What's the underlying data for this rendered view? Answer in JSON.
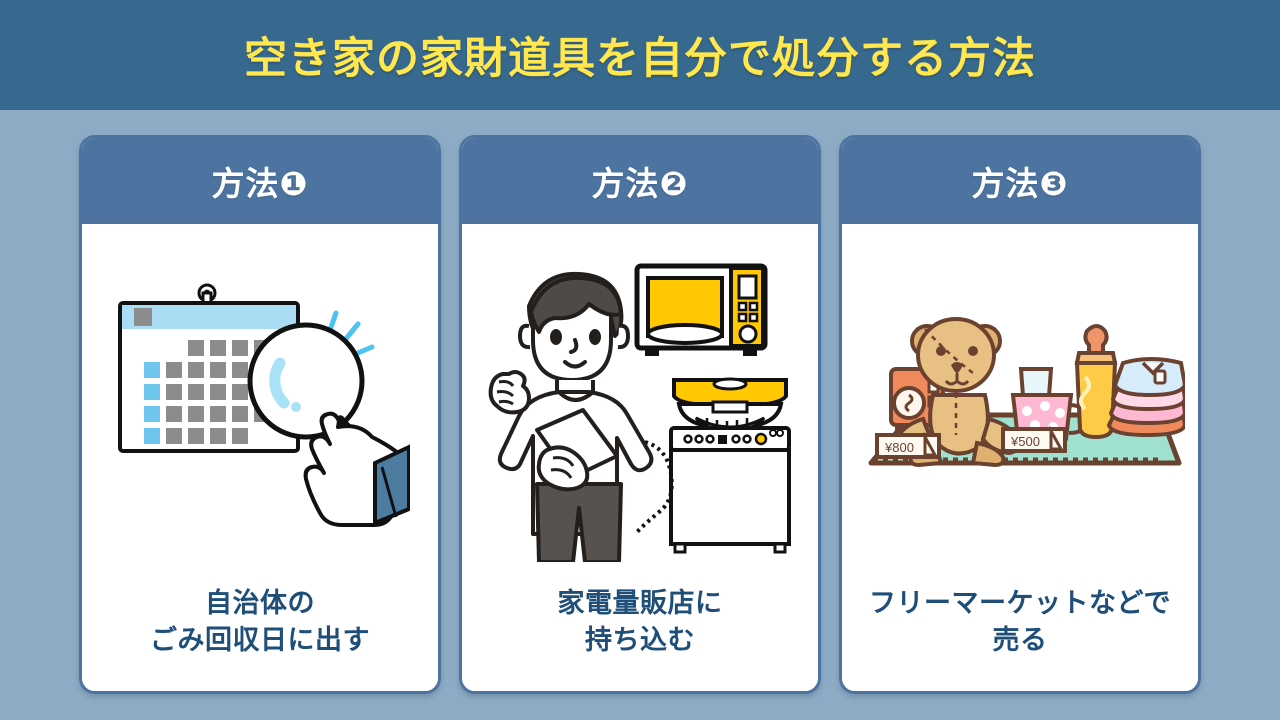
{
  "header": {
    "title": "空き家の家財道具を自分で処分する方法",
    "background_color": "#37698f",
    "title_color": "#ffe74d"
  },
  "page": {
    "background_color": "#8dabc4",
    "card_border_color": "#4d74a0",
    "card_header_color": "#4d74a0",
    "caption_color": "#1f4e79"
  },
  "cards": [
    {
      "badge": "方法❶",
      "illustration": "calendar-magnifier-illustration",
      "caption_lines": [
        "自治体の",
        "ごみ回収日に出す"
      ]
    },
    {
      "badge": "方法❷",
      "illustration": "appliance-store-staff-illustration",
      "caption_lines": [
        "家電量販店に",
        "持ち込む"
      ]
    },
    {
      "badge": "方法❸",
      "illustration": "flea-market-goods-illustration",
      "caption_lines": [
        "フリーマーケットなどで",
        "売る"
      ]
    }
  ],
  "illustration_labels": {
    "price_tag_1": "¥800",
    "price_tag_2": "¥500"
  }
}
